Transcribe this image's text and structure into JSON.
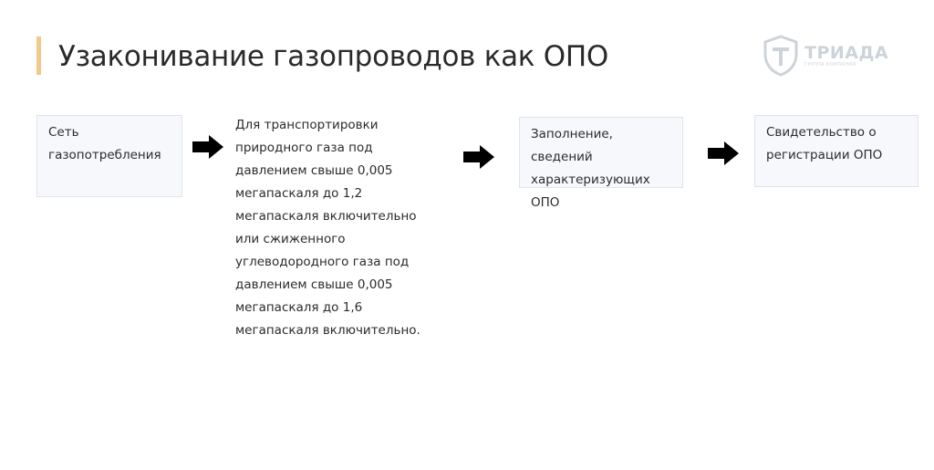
{
  "title": "Узаконивание газопроводов как ОПО",
  "logo": {
    "name": "ТРИАДА",
    "tagline": "ГРУППА КОМПАНИЙ",
    "icon": "shield-t-icon"
  },
  "colors": {
    "accent_bar": "#f2c98a",
    "box_background": "#f7f8fc",
    "box_border": "#dfe3ec",
    "arrow": "#000000",
    "logo": "#1f3b5c"
  },
  "flow": {
    "step1": [
      "Сеть",
      "газопотребления"
    ],
    "step2": [
      "Для транспортировки",
      "природного газа под",
      "давлением свыше 0,005",
      "мегапаскаля до 1,2",
      "мегапаскаля включительно",
      "или сжиженного",
      "углеводородного газа под",
      "давлением свыше 0,005",
      "мегапаскаля до 1,6",
      "мегапаскаля включительно."
    ],
    "step3": [
      "Заполнение, сведений",
      "характеризующих",
      "ОПО"
    ],
    "step4": [
      "Свидетельство о",
      "регистрации ОПО"
    ]
  }
}
